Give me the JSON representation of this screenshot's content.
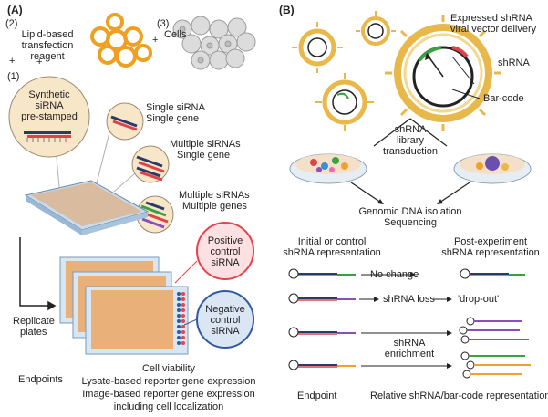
{
  "panel_a": {
    "letter": "(A)",
    "reagent_num": "(2)",
    "reagent_line1": "Lipid-based",
    "reagent_line2": "transfection",
    "reagent_line3": "reagent",
    "plus1": "+",
    "cells_num": "(3)",
    "cells_label": "Cells",
    "plus2": "+",
    "synthetic_num": "(1)",
    "synthetic_line1": "Synthetic",
    "synthetic_line2": "siRNA",
    "synthetic_line3": "pre-stamped",
    "single_line1": "Single siRNA",
    "single_line2": "Single gene",
    "multi_line1": "Multiple siRNAs",
    "multi_line2": "Single gene",
    "multigene_line1": "Multiple siRNAs",
    "multigene_line2": "Multiple genes",
    "positive_line1": "Positive",
    "positive_line2": "control",
    "positive_line3": "siRNA",
    "negative_line1": "Negative",
    "negative_line2": "control",
    "negative_line3": "siRNA",
    "replicate_line1": "Replicate",
    "replicate_line2": "plates",
    "endpoints_label": "Endpoints",
    "endpoint1": "Cell viability",
    "endpoint2": "Lysate-based reporter gene expression",
    "endpoint3": "Image-based reporter gene expression",
    "endpoint4": "including cell localization"
  },
  "panel_b": {
    "letter": "(B)",
    "expressed_line1": "Expressed shRNA",
    "expressed_line2": "viral vector delivery",
    "shrna_label": "shRNA",
    "barcode_label": "Bar-code",
    "library_line1": "shRNA",
    "library_line2": "library",
    "library_line3": "transduction",
    "genomic_line1": "Genomic DNA isolation",
    "genomic_line2": "Sequencing",
    "initial_line1": "Initial or control",
    "initial_line2": "shRNA representation",
    "post_line1": "Post-experiment",
    "post_line2": "shRNA representation",
    "no_change": "No change",
    "shrna_loss": "shRNA loss",
    "dropout": "'drop-out'",
    "enrichment_line1": "shRNA",
    "enrichment_line2": "enrichment",
    "endpoint_label": "Endpoint",
    "relative_label": "Relative shRNA/bar-code representation"
  },
  "colors": {
    "lipid_ring": "#f0a020",
    "cell": "#d8d8d8",
    "circle_fill": "#f8e2c0",
    "plate_blue": "#b9d5ea",
    "well_orange": "#e8a060",
    "positive_red": "#e8424a",
    "negative_blue": "#2f5aa0",
    "virus_gold": "#e8b84a",
    "strand_purple": "#8a4fb8",
    "strand_green": "#3aa040",
    "strand_orange": "#f0a030"
  }
}
